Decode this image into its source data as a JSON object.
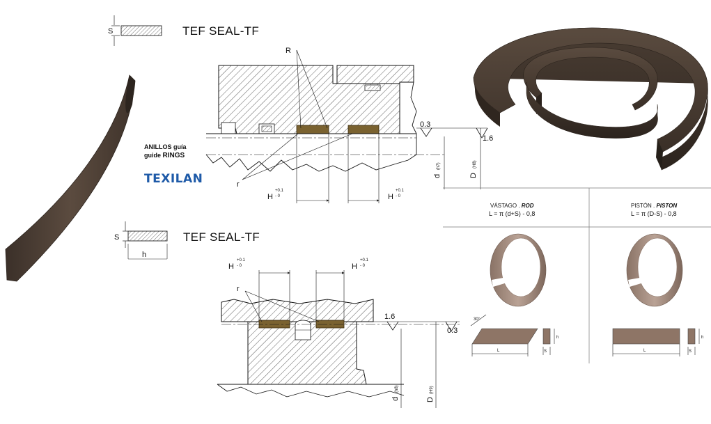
{
  "brand": "TEXILAN",
  "section_top": {
    "title": "TEF SEAL-TF",
    "dim_s": "S",
    "label_R": "R",
    "label_r": "r",
    "roughness_a": "0.3",
    "roughness_b": "1.6",
    "guide_es": "ANILLOS guía",
    "guide_en_a": "guide ",
    "guide_en_b": "RINGS",
    "tol_h_up": "+0.1",
    "tol_h_lo": "- 0",
    "dim_H": "H",
    "dim_d": "d",
    "fit_d": "(h7)",
    "dim_D": "D",
    "fit_D": "(H8)"
  },
  "section_bottom": {
    "title": "TEF SEAL-TF",
    "dim_s": "S",
    "dim_h": "h",
    "label_r": "r",
    "dim_H": "H",
    "tol_h_up": "+0.1",
    "tol_h_lo": "- 0",
    "roughness_a": "1.6",
    "roughness_b": "0.3",
    "dim_d": "d",
    "fit_d": "(h8)",
    "dim_D": "D",
    "fit_D": "(H9)"
  },
  "table": {
    "rod_title_es": "VÁSTAGO . ",
    "rod_title_en": "ROD",
    "rod_formula": "L = π (d+S) - 0,8",
    "piston_title_es": "PISTÓN . ",
    "piston_title_en": "PISTON",
    "piston_formula": "L = π (D-S) - 0,8",
    "angle": "30°",
    "dim_L": "L",
    "dim_h": "h",
    "dim_s": "S"
  },
  "colors": {
    "band": "#4a3d33",
    "band_light": "#6b5a4c",
    "guide_ring": "#7a6230",
    "ring_3d": "#3f342b",
    "sleeve": "#9b8476",
    "accent": "#1e5aa8"
  }
}
